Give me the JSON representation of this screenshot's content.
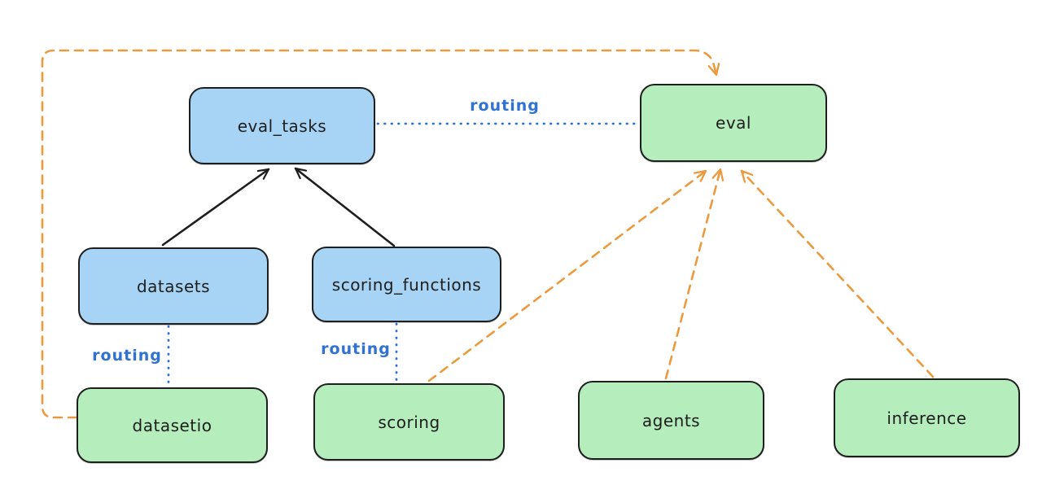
{
  "diagram": {
    "colors": {
      "node_stroke": "#1e1e1e",
      "blue_node_fill": "#a7d4f4",
      "green_node_fill": "#b5edbc",
      "routing_blue": "#2f72d2",
      "orange": "#eb9a3d",
      "black_arrow": "#1e1e1e",
      "background": "#ffffff"
    },
    "nodes": [
      {
        "id": "eval_tasks",
        "label": "eval_tasks",
        "fill": "blue"
      },
      {
        "id": "eval",
        "label": "eval",
        "fill": "green"
      },
      {
        "id": "datasets",
        "label": "datasets",
        "fill": "blue"
      },
      {
        "id": "scoring_functions",
        "label": "scoring_functions",
        "fill": "blue"
      },
      {
        "id": "datasetio",
        "label": "datasetio",
        "fill": "green"
      },
      {
        "id": "scoring",
        "label": "scoring",
        "fill": "green"
      },
      {
        "id": "agents",
        "label": "agents",
        "fill": "green"
      },
      {
        "id": "inference",
        "label": "inference",
        "fill": "green"
      }
    ],
    "edge_labels": [
      {
        "id": "routing-eval-tasks-to-eval",
        "text": "routing"
      },
      {
        "id": "routing-datasets-to-datasetio",
        "text": "routing"
      },
      {
        "id": "routing-scoring-functions-to-scoring",
        "text": "routing"
      }
    ],
    "edges": [
      {
        "from": "datasets",
        "to": "eval_tasks",
        "style": "solid",
        "arrow": true,
        "color": "black"
      },
      {
        "from": "scoring_functions",
        "to": "eval_tasks",
        "style": "solid",
        "arrow": true,
        "color": "black"
      },
      {
        "from": "eval_tasks",
        "to": "eval",
        "style": "dotted",
        "arrow": false,
        "color": "blue",
        "label": "routing"
      },
      {
        "from": "datasets",
        "to": "datasetio",
        "style": "dotted",
        "arrow": false,
        "color": "blue",
        "label": "routing"
      },
      {
        "from": "scoring_functions",
        "to": "scoring",
        "style": "dotted",
        "arrow": false,
        "color": "blue",
        "label": "routing"
      },
      {
        "from": "datasetio",
        "to": "eval",
        "style": "dashed",
        "arrow": true,
        "color": "orange"
      },
      {
        "from": "scoring",
        "to": "eval",
        "style": "dashed",
        "arrow": true,
        "color": "orange"
      },
      {
        "from": "agents",
        "to": "eval",
        "style": "dashed",
        "arrow": true,
        "color": "orange"
      },
      {
        "from": "inference",
        "to": "eval",
        "style": "dashed",
        "arrow": true,
        "color": "orange"
      }
    ]
  }
}
